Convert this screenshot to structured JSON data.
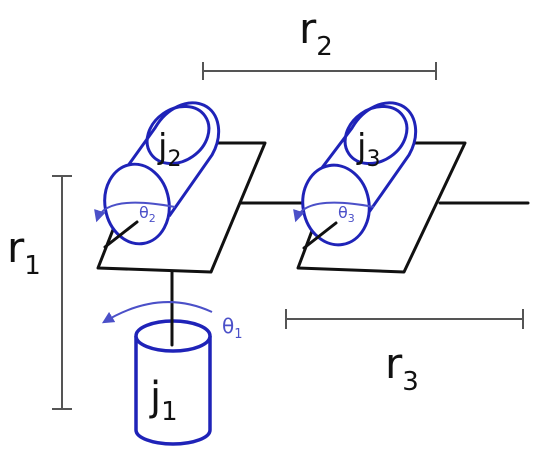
{
  "colors": {
    "ink": "#111111",
    "joint": "#1f23b8",
    "angle": "#4b50c8"
  },
  "labels": {
    "r1": {
      "main": "r",
      "sub": "1"
    },
    "r2": {
      "main": "r",
      "sub": "2"
    },
    "r3": {
      "main": "r",
      "sub": "3"
    }
  },
  "joints": {
    "j1": {
      "main": "j",
      "sub": "1"
    },
    "j2": {
      "main": "j",
      "sub": "2"
    },
    "j3": {
      "main": "j",
      "sub": "3"
    }
  },
  "angles": {
    "theta1": {
      "main": "θ",
      "sub": "1"
    },
    "theta2": {
      "main": "θ",
      "sub": "2"
    },
    "theta3": {
      "main": "θ",
      "sub": "3"
    }
  }
}
